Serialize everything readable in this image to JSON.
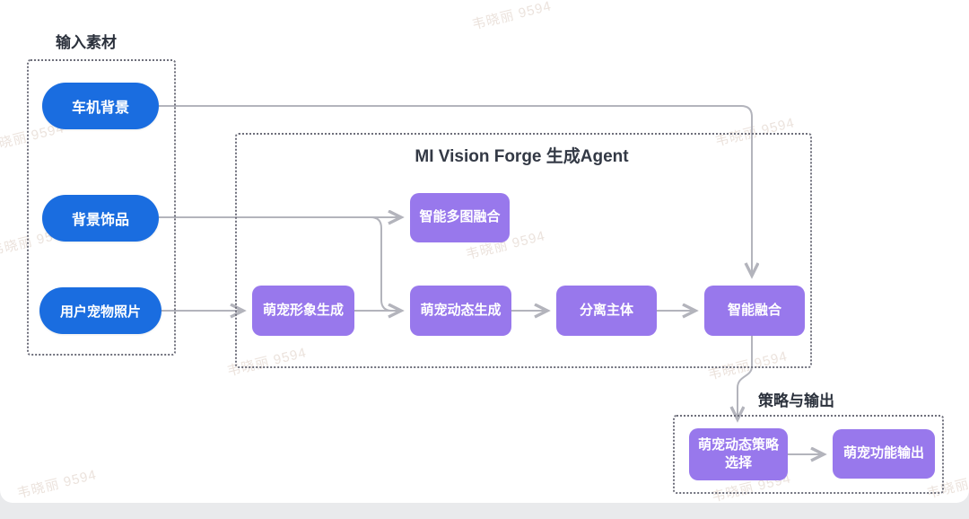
{
  "watermark": {
    "text": "韦晓丽 9594"
  },
  "colors": {
    "input_node": "#1a6de0",
    "process_node": "#9878ec",
    "arrow": "#b3b4bc",
    "dotted_border": "#6e6f7b",
    "canvas": "#ffffff",
    "page_background": "#e9eaec"
  },
  "input_section": {
    "title": "输入素材",
    "items": [
      {
        "label": "车机背景"
      },
      {
        "label": "背景饰品"
      },
      {
        "label": "用户宠物照片"
      }
    ]
  },
  "agent_section": {
    "title": "MI Vision Forge 生成Agent",
    "nodes": [
      {
        "label": "智能多图融合"
      },
      {
        "label": "萌宠形象生成"
      },
      {
        "label": "萌宠动态生成"
      },
      {
        "label": "分离主体"
      },
      {
        "label": "智能融合"
      }
    ]
  },
  "output_section": {
    "title": "策略与输出",
    "nodes": [
      {
        "label": "萌宠动态策略选择"
      },
      {
        "label": "萌宠功能输出"
      }
    ]
  },
  "flows": [
    "车机背景 → 智能融合",
    "背景饰品 → 智能多图融合",
    "背景饰品 → 萌宠动态生成",
    "用户宠物照片 → 萌宠形象生成",
    "萌宠形象生成 → 萌宠动态生成",
    "萌宠动态生成 → 分离主体",
    "分离主体 → 智能融合",
    "智能融合 → 萌宠动态策略选择",
    "萌宠动态策略选择 → 萌宠功能输出"
  ]
}
